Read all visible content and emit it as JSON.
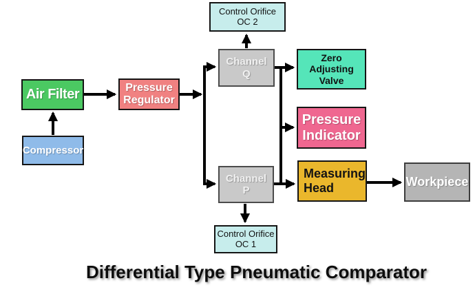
{
  "diagram": {
    "title": "Differential Type Pneumatic Comparator",
    "arrow_color": "#000000",
    "nodes": {
      "compressor": {
        "label": "Compressor",
        "fill": "#8fbbe9",
        "text_color": "#ffffff"
      },
      "air_filter": {
        "label": "Air Filter",
        "fill": "#4bc962",
        "text_color": "#ffffff"
      },
      "pressure_regulator": {
        "label": "Pressure\nRegulator",
        "fill": "#f08181",
        "text_color": "#ffffff"
      },
      "control_orifice_2": {
        "label": "Control Orifice\nOC 2",
        "fill": "#c7edec",
        "text_color": "#111111"
      },
      "channel_q": {
        "label": "Channel\nQ",
        "fill": "#c9c9c9",
        "text_color": "#f0f0f0"
      },
      "zero_adjusting_valve": {
        "label": "Zero Adjusting\nValve",
        "fill": "#55e5b9",
        "text_color": "#111111"
      },
      "pressure_indicator": {
        "label": "Pressure\nIndicator",
        "fill": "#ef6790",
        "text_color": "#ffffff"
      },
      "channel_p": {
        "label": "Channel\nP",
        "fill": "#c9c9c9",
        "text_color": "#f0f0f0"
      },
      "measuring_head": {
        "label": "Measuring\nHead",
        "fill": "#eab72c",
        "text_color": "#141414"
      },
      "workpiece": {
        "label": "Workpiece",
        "fill": "#b5b5b5",
        "text_color": "#ffffff"
      },
      "control_orifice_1": {
        "label": "Control Orifice\nOC 1",
        "fill": "#c7edec",
        "text_color": "#111111"
      }
    }
  }
}
